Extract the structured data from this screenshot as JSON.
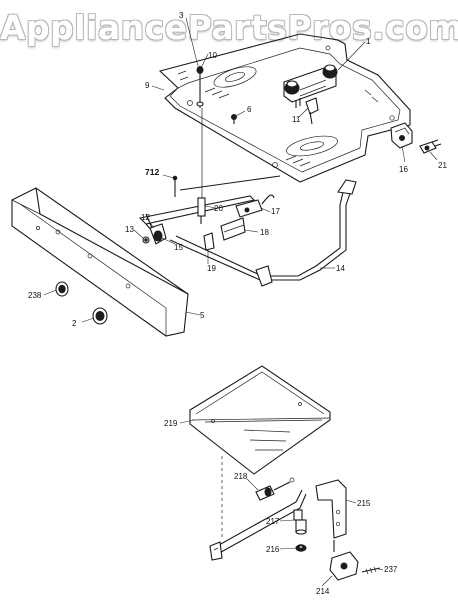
{
  "watermark": "AppliancePartsPros.com",
  "callouts": {
    "c3": "3",
    "c10": "10",
    "c9": "9",
    "c6": "6",
    "c11": "11",
    "c1": "1",
    "c16": "16",
    "c21": "21",
    "c712": "712",
    "c20": "20",
    "c17": "17",
    "c12": "12",
    "c13": "13",
    "c15": "15",
    "c18": "18",
    "c19": "19",
    "c14": "14",
    "c238": "238",
    "c2": "2",
    "c5": "5",
    "c219": "219",
    "c218": "218",
    "c215": "215",
    "c217": "217",
    "c216": "216",
    "c214": "214",
    "c237": "237"
  }
}
